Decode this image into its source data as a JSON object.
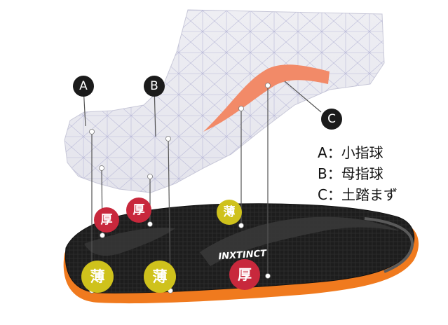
{
  "markers": {
    "a": "A",
    "b": "B",
    "c": "C"
  },
  "legend": [
    {
      "key": "A",
      "sep": "：",
      "text": "小指球"
    },
    {
      "key": "B",
      "sep": "：",
      "text": "母指球"
    },
    {
      "key": "C",
      "sep": "：",
      "text": "土踏まず"
    }
  ],
  "zones": {
    "thick_label": "厚",
    "thin_label": "薄"
  },
  "brand": "INXTINCT",
  "colors": {
    "thick": "#c8283c",
    "thin": "#cfc21c",
    "arch_highlight": "#f28a68",
    "insole_orange": "#f07a1e",
    "insole_black": "#1c1c1c",
    "marker": "#1b1b1b"
  }
}
